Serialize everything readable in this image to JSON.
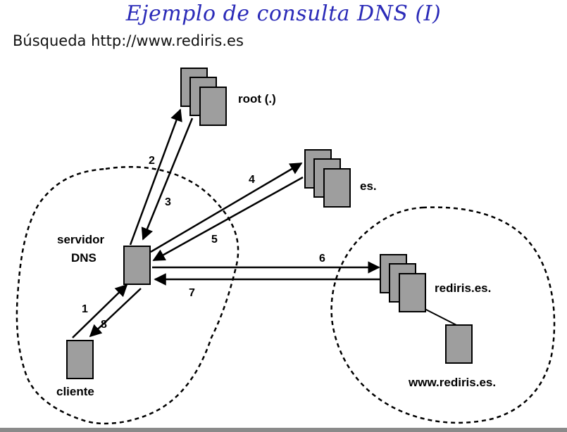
{
  "header": {
    "title": "Ejemplo de consulta DNS (I)",
    "subtitle": "Búsqueda http://www.rediris.es"
  },
  "nodes": {
    "root": "root (.)",
    "es": "es.",
    "servidor_line1": "servidor",
    "servidor_line2": "DNS",
    "rediris": "rediris.es.",
    "www": "www.rediris.es.",
    "cliente": "cliente"
  },
  "steps": [
    "1",
    "2",
    "3",
    "4",
    "5",
    "6",
    "7",
    "8"
  ],
  "colors": {
    "title": "#2b2bb8",
    "server_box": "#9e9e9e"
  }
}
